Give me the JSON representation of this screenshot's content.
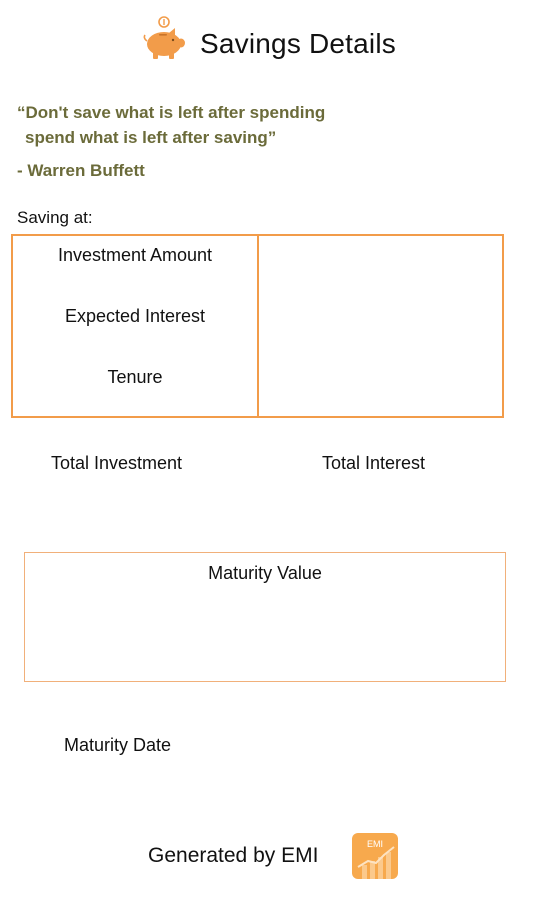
{
  "header": {
    "title": "Savings Details",
    "icon": "piggy-bank-icon",
    "accent_color": "#f29c4a"
  },
  "quote": {
    "line1": "“Don't save what is left after spending",
    "line2": "spend what is left after saving”",
    "author": "- Warren Buffett",
    "color": "#6b6b3a"
  },
  "saving": {
    "label": "Saving at:",
    "rows": [
      {
        "label": "Investment Amount",
        "value": ""
      },
      {
        "label": "Expected Interest",
        "value": ""
      },
      {
        "label": "Tenure",
        "value": ""
      }
    ]
  },
  "totals": {
    "investment_label": "Total Investment",
    "interest_label": "Total Interest"
  },
  "maturity": {
    "value_label": "Maturity Value",
    "date_label": "Maturity Date"
  },
  "footer": {
    "generated_by": "Generated by EMI",
    "logo_text": "EMI",
    "logo_icon": "emi-app-icon"
  }
}
